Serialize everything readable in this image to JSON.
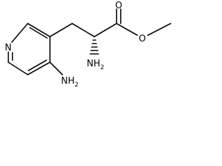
{
  "molecule": {
    "atoms": {
      "pyridine_n": "N",
      "ester_o_double": "O",
      "ester_o_single": "O",
      "alpha_amine": {
        "main": "NH",
        "sub": "2"
      },
      "ring_amine": {
        "main": "NH",
        "sub": "2"
      }
    },
    "stereo": {
      "alpha_carbon": "wedge-hash"
    }
  }
}
